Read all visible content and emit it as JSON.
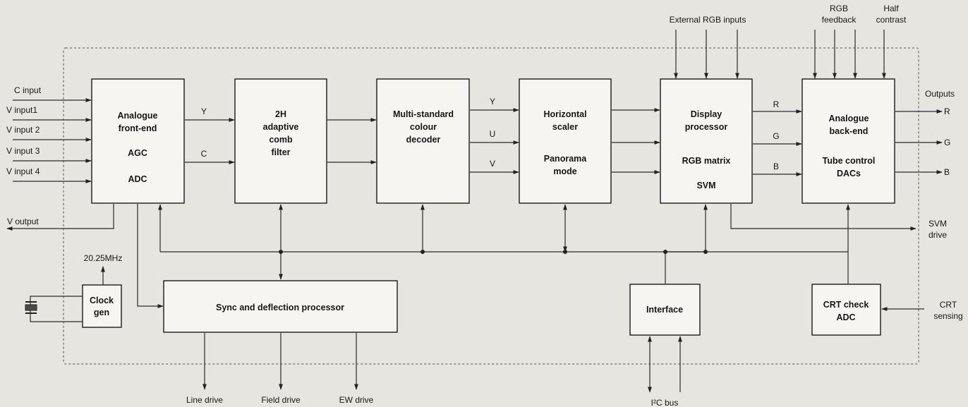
{
  "diagram": {
    "inputs": {
      "c_input": "C input",
      "v_input1": "V input1",
      "v_input2": "V input 2",
      "v_input3": "V input 3",
      "v_input4": "V input 4",
      "v_output": "V output"
    },
    "blocks": {
      "analogue_front_end": [
        "Analogue",
        "front-end",
        "AGC",
        "ADC"
      ],
      "comb_filter": [
        "2H",
        "adaptive",
        "comb",
        "filter"
      ],
      "colour_decoder": [
        "Multi-standard",
        "colour",
        "decoder"
      ],
      "horizontal_scaler": [
        "Horizontal",
        "scaler",
        "Panorama",
        "mode"
      ],
      "display_processor": [
        "Display",
        "processor",
        "RGB matrix",
        "SVM"
      ],
      "analogue_back_end": [
        "Analogue",
        "back-end",
        "Tube control",
        "DACs"
      ],
      "clock_gen": [
        "Clock",
        "gen"
      ],
      "sync_deflection": "Sync and deflection processor",
      "interface": "Interface",
      "crt_check_adc": [
        "CRT check",
        "ADC"
      ]
    },
    "signals": {
      "y1": "Y",
      "c1": "C",
      "y2": "Y",
      "u": "U",
      "v": "V",
      "r": "R",
      "g": "G",
      "b": "B"
    },
    "top_labels": {
      "external_rgb": "External RGB inputs",
      "rgb_feedback": [
        "RGB",
        "feedback"
      ],
      "half_contrast": [
        "Half",
        "contrast"
      ]
    },
    "outputs": {
      "title": "Outputs",
      "r": "R",
      "g": "G",
      "b": "B",
      "svm_drive": [
        "SVM",
        "drive"
      ]
    },
    "crt_sensing": [
      "CRT",
      "sensing"
    ],
    "clock_freq": "20.25MHz",
    "bottom_labels": {
      "line_drive": "Line drive",
      "field_drive": "Field drive",
      "ew_drive": "EW drive",
      "i2c_bus": "I²C bus"
    }
  }
}
